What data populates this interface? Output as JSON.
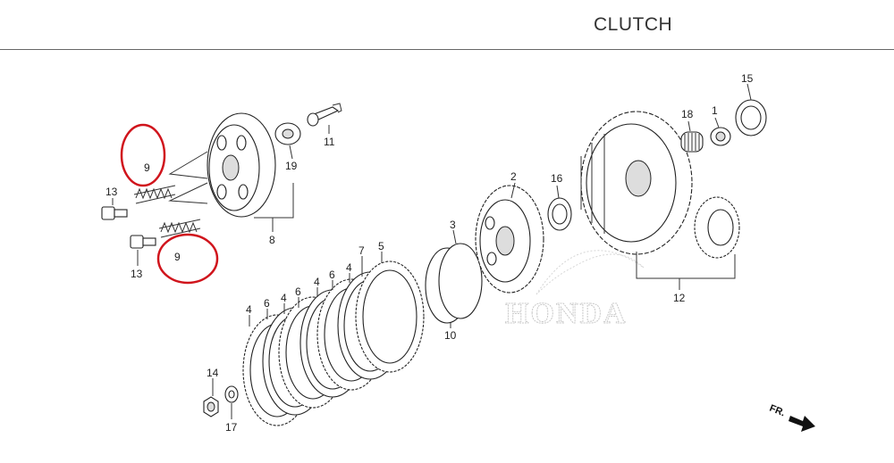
{
  "header": {
    "title": "CLUTCH"
  },
  "watermark": {
    "text": "HONDA"
  },
  "direction_marker": {
    "text": "FR."
  },
  "callouts": [
    {
      "id": "c1",
      "text": "1"
    },
    {
      "id": "c2",
      "text": "2"
    },
    {
      "id": "c3",
      "text": "3"
    },
    {
      "id": "c4a",
      "text": "4"
    },
    {
      "id": "c4b",
      "text": "4"
    },
    {
      "id": "c4c",
      "text": "4"
    },
    {
      "id": "c4d",
      "text": "4"
    },
    {
      "id": "c5",
      "text": "5"
    },
    {
      "id": "c6a",
      "text": "6"
    },
    {
      "id": "c6b",
      "text": "6"
    },
    {
      "id": "c6c",
      "text": "6"
    },
    {
      "id": "c7",
      "text": "7"
    },
    {
      "id": "c8",
      "text": "8"
    },
    {
      "id": "c9a",
      "text": "9"
    },
    {
      "id": "c9b",
      "text": "9"
    },
    {
      "id": "c10",
      "text": "10"
    },
    {
      "id": "c11",
      "text": "11"
    },
    {
      "id": "c12",
      "text": "12"
    },
    {
      "id": "c13a",
      "text": "13"
    },
    {
      "id": "c13b",
      "text": "13"
    },
    {
      "id": "c14",
      "text": "14"
    },
    {
      "id": "c15",
      "text": "15"
    },
    {
      "id": "c16",
      "text": "16"
    },
    {
      "id": "c17",
      "text": "17"
    },
    {
      "id": "c18",
      "text": "18"
    },
    {
      "id": "c19",
      "text": "19"
    }
  ],
  "highlights": {
    "color": "#d0141c"
  }
}
